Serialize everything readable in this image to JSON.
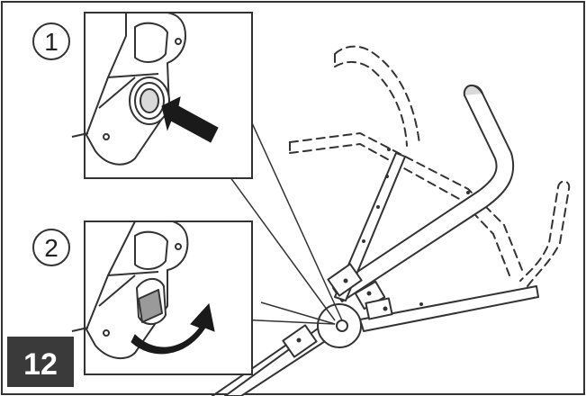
{
  "figure": {
    "figure_number": "12",
    "steps": [
      {
        "number": "1",
        "action": "press-button"
      },
      {
        "number": "2",
        "action": "rotate-lever"
      }
    ],
    "colors": {
      "line": "#333333",
      "badge_bg": "#3a3a3a",
      "badge_text": "#ffffff",
      "fill_light": "#ffffff",
      "fill_gray": "#d9d9d9",
      "lever_gray": "#9a9a9a",
      "arrow": "#1a1a1a"
    },
    "icons": [
      "push-arrow-icon",
      "rotate-arrow-icon"
    ]
  }
}
